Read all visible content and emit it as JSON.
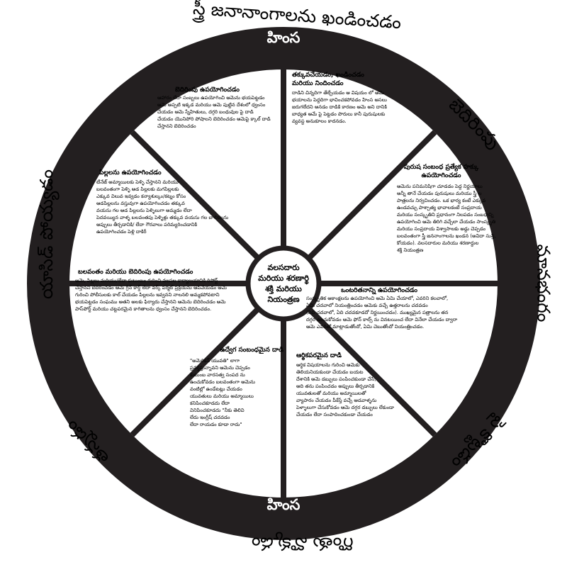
{
  "outer_labels": {
    "top": "స్త్రీ జనానాంగాలను ఖండించడం",
    "right_upper": "బెదిరింపు",
    "right": "మానభంగం",
    "right_lower": "పై కొట్టడం",
    "bottom": "గొంతు నొక్కడం",
    "left_lower": "తన్నడం",
    "left": "యాసిడ్ పోయ్యడం"
  },
  "ring": {
    "top_word": "హింస",
    "bottom_word": "హింస"
  },
  "center": {
    "lines": [
      "వలసదారు",
      "మరియు శరణార్థి",
      "శక్తి మరియు",
      "నియంత్రణ"
    ]
  },
  "segments": [
    {
      "id": "threats",
      "title": "బెదిరింపు ఉపయోగించడం",
      "lines": [
        "ఆహారం లేదా సంబ్బలు ఉపయోగించి ఆమెను భయపెట్టడం",
        "ఆమె అప్పటి ఇక్కడ మరియు ఆమె పుట్టిన దేశంలో ధ్వంసం",
        "చేయడం ఆమె స్నేహితులు, దగ్గరి బంధువుల పై దాడి",
        "చేయడం  యొనిపోరి పోషాలని బెదిరించడం ఆమెపై క్కాల్ దాడి",
        "చేస్తానని బెదిరించడం"
      ]
    },
    {
      "id": "minimize",
      "title": "తక్కువచేయడం, ఖండించడం మరియు నిందించడం",
      "lines": [
        "దాడిని చిన్నదిగా తేల్చేయడం ఆ విషయం లో ఆమె",
        "భయాలను పెద్దదిగా భావించకపోవడం హింస అసలు",
        "జరుగలేదని అనడం దాడికి కారణం ఆమె అని దానికి",
        "బాధ్యత ఆమే పై పెట్టడం పొరులు కానీ పురుషులకు",
        "వ్యవస్థ అనుకూలం కాదనడం."
      ]
    },
    {
      "id": "privilege",
      "title": "పురుష సంబంధ ప్రత్యేక హక్కు ఉపయోగించడం",
      "lines": [
        "ఆమెను పనిమనిషిగా చూడడం పెద్ద నిర్ణయాలు",
        "అన్నీ తానే చేయడం పురుషులు మరియు స్త్రీ ల",
        "పాత్రలను నిర్వచించడం. ఒక భార్య కంటే ఎక్కువ",
        "ఉండవచ్చు పాశ్చాత్య భావాలకంటే సంప్రదాయ",
        "మరియు సంస్కృతిని ప్రధానంగా నిలపడం సంబధాన్ని",
        "ఉపయోగించి ఆమె తిరిగి వచ్చేలా చేయడం సాంస్కృతి",
        "మరియు సంప్రదాయ విశ్వాసాలకు అడ్డు చెప్పడం",
        "బలవంతంగా స్త్రీ జననాంగాలను ఖండన (అవిదా సున్తి,",
        "కోయడం). వలసదారుల మరియు శరణార్థుల",
        "శక్తి నియంత్రణ"
      ]
    },
    {
      "id": "isolation",
      "title": "ఒంటరితనాన్ని ఉపయోగించడం",
      "lines": [
        "సంస్కృతిక ఆకాంక్షలను ఉపయోగించి ఆమె ఏమి చేయాలో, ఎవరిని కలవాలో,",
        "ఏమి చదవాలో నియంత్రించడం ఆమెకు వచ్చే ఉత్తరాలను చదవడం",
        "(ఏది చదవాలో, ఏది చదవకూడదో నిర్ణయించడం). ముఖ్యమైన పత్రాలను తన",
        "దగ్గర ఉంచుకోవడం ఆమె ఫోన్ కాల్స్ ను వినటయించ లేదా వినేలా చేయడం ద్వారా",
        "ఆమె ఎవరితో మాట్లాడుతోందో, ఏమి చెబుతోందో నియంత్రించడం."
      ]
    },
    {
      "id": "economic",
      "title": "ఆర్థికపరమైన దాడి",
      "lines": [
        "ఆర్థిక విషయాలను గురించి ఆమెకు",
        "తెలియనియకుండా చేయడం బయట",
        "దేశానికి ఆమె డబ్బులు పంపించకుండా చేసి,",
        "అది తను పంపించడం అప్పులు తీర్చడానికి",
        "యువతులతో  మరియు అమ్మాయిలతో",
        "వ్యాపారం చేయడం పీకేస్తే వచ్చే ఆడవాళ్ళను",
        "పెళ్ళాలుగా చేసుకోవడం ఆమె దగ్గర డబ్బులు లేకుండా",
        "చేయడం లేదా సంపాదించకుండా చేయడం"
      ]
    },
    {
      "id": "intimidation",
      "title": "ఉద్వేగ సంబంధమైన దాడి",
      "lines": [
        "\"అమెరికన్ యువతి\" లాగా",
        "ప్రవర్తిస్తున్నావని ఆమెను చెప్పడం",
        "కుటుంబ వారసత్వ సంపద ను",
        "ఉంచుకోవడం  బలవంతంగా ఆమెను",
        "వంటిల్లో ఉండేటట్లు చేయడం",
        "యువతులు మరియు అమ్మాయిలు",
        "కనిపించకూడదు లేదా",
        "వినిపించకూడదు    \"నీకు తెలివి",
        "లేదు ఇంగ్లీష్ చదవడం",
        "లేదా రాయడం కూడా రాదు\""
      ]
    },
    {
      "id": "coercion",
      "title": "బలవంతం మరియు బెదిరింపు ఉపయోగించడం",
      "lines": [
        "ఆమె, పిల్లలు మరియు/లేదా కుటుంబం గురించి వలసల కార్యాలయానికి రిపోర్ట్",
        "చేస్తానని బెదిరించడం ఆమె గ్రీన్ కార్డ్ లేదా వర్క్ పర్మిట్ ప్రక్రియను ఆపివేయడం ఆమె",
        "గురించి పోలీసులకు కాల్ చేయడం పిల్లలను ఇవ్వనని నాలనలి అమ్మకపోవటాని",
        "భయపెట్టడం సంఘము అతని అలకు ఫిర్యాదు చేస్తానని ఆమెను బెదిరించడం ఆమె",
        "పాస్‌పోర్ట్ మరియు చట్టపరమైన కాగితాలను ధ్వంసం చేస్తానని బెదిరించడం."
      ]
    },
    {
      "id": "children",
      "title": "పిల్లలను ఉపయోగించడం",
      "lines": [
        "టీనేజ్ అమ్మాయిలకు పెళ్ళి చేస్తానని మరియు",
        "బలవంతంగా పెళ్ళి ఆడ పిల్లలకు మగపిల్లలకు",
        "ఎక్కువ విలువ ఇవ్వడం కన్యాశుల్కం/కట్నం కోసం",
        "ఆడపిల్లలను వస్తువుగా ఉపయోగించడం తక్కువ",
        "వయసు గల ఆడ పిల్లలను పెళ్ళిలుగా అమ్మడం లేదా",
        "పెదవయ్యిన వాళ్ళ బలవంతపు పెళ్ళిళ్లు తక్కువ వయసు గల బాలికలను",
        "అప్పులు తీర్చడానికి/ లేదా గౌరవాలు పరిమ్యరించడానికి",
        "ఉపయోగించడం పెళ్లి దాకిరీ"
      ]
    }
  ]
}
